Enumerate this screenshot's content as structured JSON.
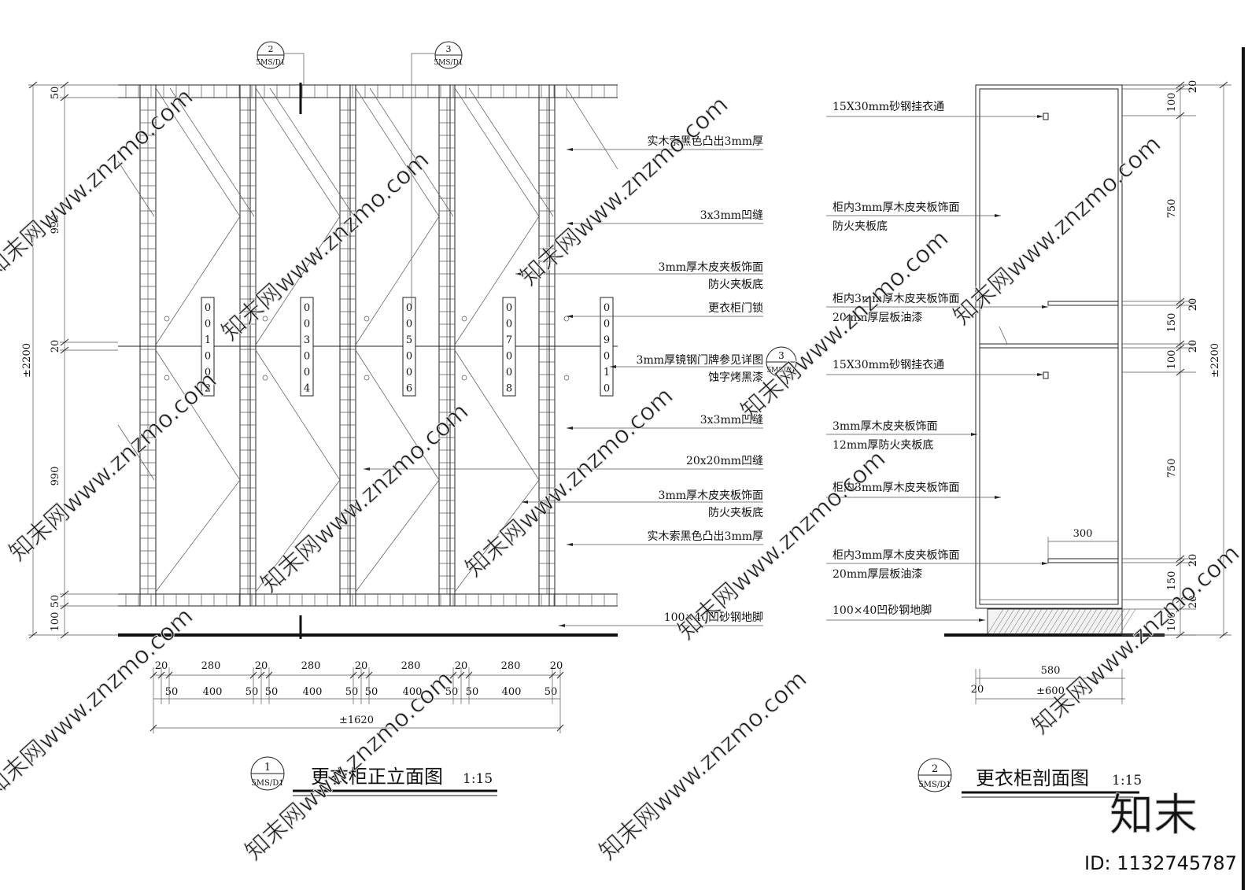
{
  "elevation": {
    "bubble_top_left": {
      "num": "2",
      "ref": "5MS/D1"
    },
    "bubble_top_mid": {
      "num": "3",
      "ref": "5MS/D1"
    },
    "bubble_side": {
      "num": "3",
      "ref": "5MS/D1"
    },
    "door_numbers": [
      "001002",
      "003004",
      "005006",
      "007008",
      "009010"
    ],
    "labels": [
      {
        "line1": "实木索黑色凸出3mm厚",
        "line2": ""
      },
      {
        "line1": "3x3mm凹缝",
        "line2": ""
      },
      {
        "line1": "3mm厚木皮夹板饰面",
        "line2": "防火夹板底"
      },
      {
        "line1": "更衣柜门锁",
        "line2": ""
      },
      {
        "line1": "3mm厚镜钢门牌参见详图",
        "line2": "蚀字烤黑漆"
      },
      {
        "line1": "3x3mm凹缝",
        "line2": ""
      },
      {
        "line1": "20x20mm凹缝",
        "line2": ""
      },
      {
        "line1": "3mm厚木皮夹板饰面",
        "line2": "防火夹板底"
      },
      {
        "line1": "实木索黑色凸出3mm厚",
        "line2": ""
      },
      {
        "line1": "100×40凹砂钢地脚",
        "line2": ""
      }
    ],
    "v_dims": [
      "50",
      "990",
      "20",
      "990",
      "50",
      "100",
      "±2200"
    ],
    "h_dims_top": [
      "20",
      "280",
      "20",
      "280",
      "20",
      "280",
      "20",
      "280",
      "20"
    ],
    "h_dims_mid": [
      "50",
      "400",
      "50",
      "50",
      "400",
      "50",
      "50",
      "400",
      "50",
      "50",
      "400",
      "50"
    ],
    "h_total": "±1620",
    "title": {
      "num": "1",
      "ref": "5MS/D1",
      "text": "更衣柜正立面图",
      "scale": "1:15"
    }
  },
  "section": {
    "labels": [
      {
        "line1": "15X30mm砂钢挂衣通",
        "line2": ""
      },
      {
        "line1": "柜内3mm厚木皮夹板饰面",
        "line2": "防火夹板底"
      },
      {
        "line1": "柜内3mm厚木皮夹板饰面",
        "line2": "20mm厚层板油漆"
      },
      {
        "line1": "15X30mm砂钢挂衣通",
        "line2": ""
      },
      {
        "line1": "3mm厚木皮夹板饰面",
        "line2": "12mm厚防火夹板底"
      },
      {
        "line1": "柜内3mm厚木皮夹板饰面",
        "line2": ""
      },
      {
        "line1": "柜内3mm厚木皮夹板饰面",
        "line2": "20mm厚层板油漆"
      },
      {
        "line1": "100×40凹砂钢地脚",
        "line2": ""
      }
    ],
    "v_dims": [
      "20",
      "100",
      "750",
      "20",
      "150",
      "100",
      "20",
      "750",
      "20",
      "150",
      "20",
      "100",
      "±2200"
    ],
    "depth_300": "300",
    "h_dims": [
      "580",
      "20",
      "±600"
    ],
    "title": {
      "num": "2",
      "ref": "5MS/D1",
      "text": "更衣柜剖面图",
      "scale": "1:15"
    }
  },
  "brand": {
    "logo": "知末",
    "id": "ID: 1132745787",
    "watermark": "知末网www.znzmo.com"
  }
}
